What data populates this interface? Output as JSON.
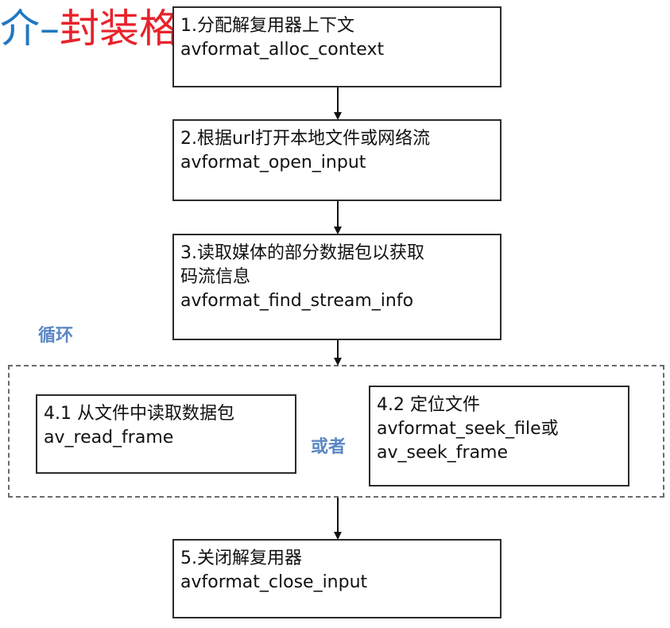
{
  "header": {
    "title_part1": "介–",
    "title_part2": "封装格"
  },
  "steps": [
    {
      "line1": "1.分配解复用器上下文",
      "line2": "avformat_alloc_context"
    },
    {
      "line1": "2.根据url打开本地文件或网络流",
      "line2": "avformat_open_input"
    },
    {
      "line1": "3.读取媒体的部分数据包以获取",
      "line2": "码流信息",
      "line3": "avformat_find_stream_info"
    },
    {
      "line1": "4.1 从文件中读取数据包",
      "line2": "av_read_frame"
    },
    {
      "line1": "4.2 定位文件",
      "line2": "avformat_seek_file或",
      "line3": "av_seek_frame"
    },
    {
      "line1": "5.关闭解复用器",
      "line2": "avformat_close_input"
    }
  ],
  "labels": {
    "loop": "循环",
    "or": "或者"
  },
  "colors": {
    "title_blue": "#1f78c1",
    "title_red": "#e8222a",
    "label_blue": "#5b87c5",
    "border": "#2b2b2b"
  }
}
